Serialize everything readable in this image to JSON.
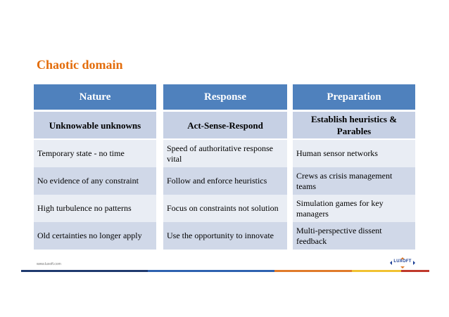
{
  "title": "Chaotic domain",
  "columns": [
    {
      "header": "Nature",
      "subheader": "Unknowable unknowns",
      "rows": [
        "Temporary state - no time",
        "No evidence of any constraint",
        "High turbulence no patterns",
        "Old certainties no longer apply"
      ]
    },
    {
      "header": "Response",
      "subheader": "Act-Sense-Respond",
      "rows": [
        "Speed of authoritative response vital",
        "Follow and enforce heuristics",
        "Focus on constraints not solution",
        "Use the opportunity to innovate"
      ]
    },
    {
      "header": "Preparation",
      "subheader": "Establish heuristics & Parables",
      "rows": [
        "Human sensor networks",
        "Crews as crisis management teams",
        "Simulation games for key managers",
        "Multi-perspective dissent feedback"
      ]
    }
  ],
  "footer": {
    "url": "www.luxoft.com",
    "logo": "LUXOFT"
  },
  "colors": {
    "title": "#e36c0a",
    "header_bg": "#4f81bd",
    "subheader_bg": "#c6d0e4",
    "row_light": "#e9edf4",
    "row_dark": "#d0d8e8",
    "bar_navy": "#1f3a6e",
    "bar_blue": "#2e62b0",
    "bar_orange": "#e07b2a",
    "bar_yellow": "#f1c232",
    "bar_red": "#c0392b"
  }
}
